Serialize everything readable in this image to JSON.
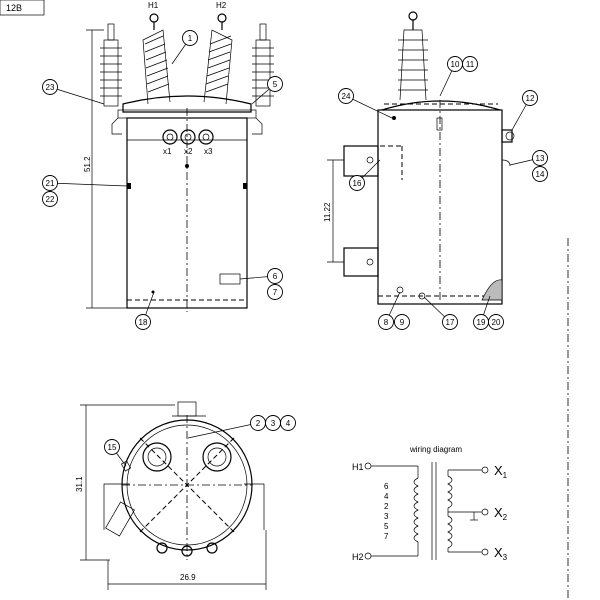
{
  "corner_tag": "12B",
  "front_view": {
    "bushing_labels": [
      "H1",
      "H2"
    ],
    "secondary_labels": [
      "x1",
      "x2",
      "x3"
    ],
    "height_dim": "51.2"
  },
  "side_view": {
    "bracket_dim": "11.22"
  },
  "top_view": {
    "height_dim": "31.1",
    "width_dim": "26.9"
  },
  "callouts": [
    "1",
    "2",
    "3",
    "4",
    "5",
    "6",
    "7",
    "8",
    "9",
    "10",
    "11",
    "12",
    "13",
    "14",
    "15",
    "16",
    "17",
    "18",
    "19",
    "20",
    "21",
    "22",
    "23",
    "24"
  ],
  "wiring": {
    "title": "wiring diagram",
    "primary_top": "H1",
    "primary_bottom": "H2",
    "taps": [
      "6",
      "4",
      "2",
      "3",
      "5",
      "7"
    ],
    "secondary_prefix": "X",
    "secondary_subs": [
      "1",
      "2",
      "3"
    ]
  }
}
